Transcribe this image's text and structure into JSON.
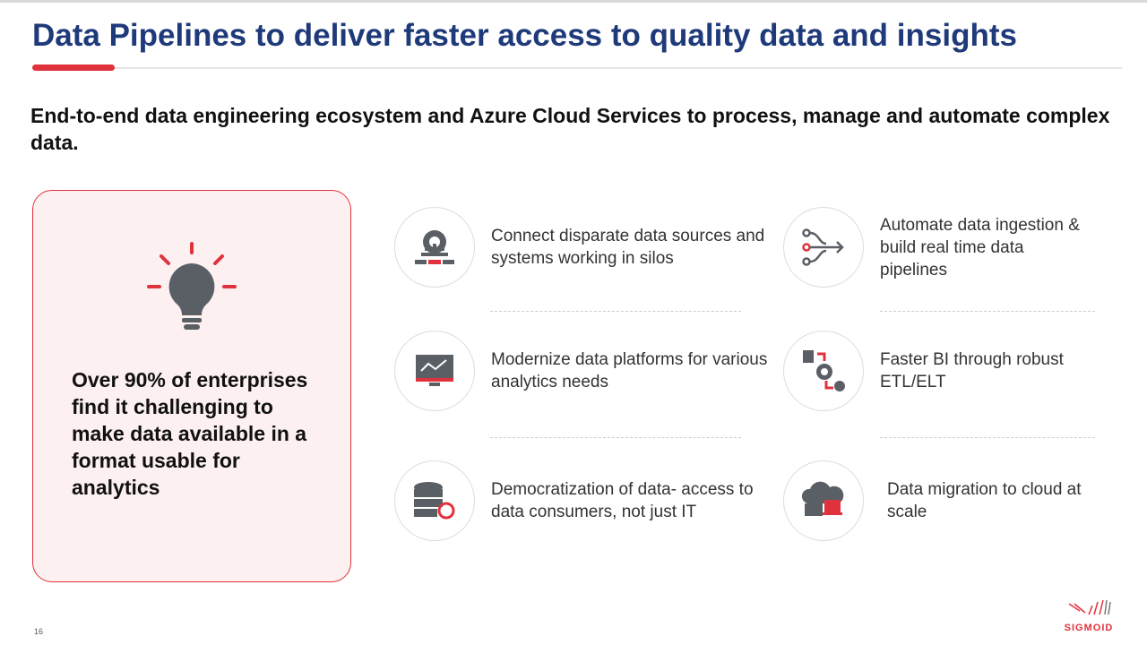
{
  "title": "Data Pipelines to deliver faster access to quality data and insights",
  "subtitle": "End-to-end data engineering ecosystem and Azure Cloud Services to process, manage and automate complex data.",
  "callout": "Over 90% of enterprises find it challenging to make data available in a format usable for analytics",
  "items": [
    {
      "icon": "gear-network-icon",
      "text": "Connect disparate data sources and systems working in silos"
    },
    {
      "icon": "pipeline-arrow-icon",
      "text": "Automate data ingestion & build real time data pipelines"
    },
    {
      "icon": "monitor-chart-icon",
      "text": "Modernize data platforms for various analytics needs"
    },
    {
      "icon": "etl-gear-icon",
      "text": "Faster BI through robust ETL/ELT"
    },
    {
      "icon": "database-sync-icon",
      "text": "Democratization of data- access to data consumers, not just IT"
    },
    {
      "icon": "cloud-migration-icon",
      "text": "Data migration to cloud at scale"
    }
  ],
  "page_number": "16",
  "logo": "SIGMOID",
  "colors": {
    "accent": "#e0323c",
    "title": "#1f3a7a",
    "icon": "#5a5f66"
  }
}
